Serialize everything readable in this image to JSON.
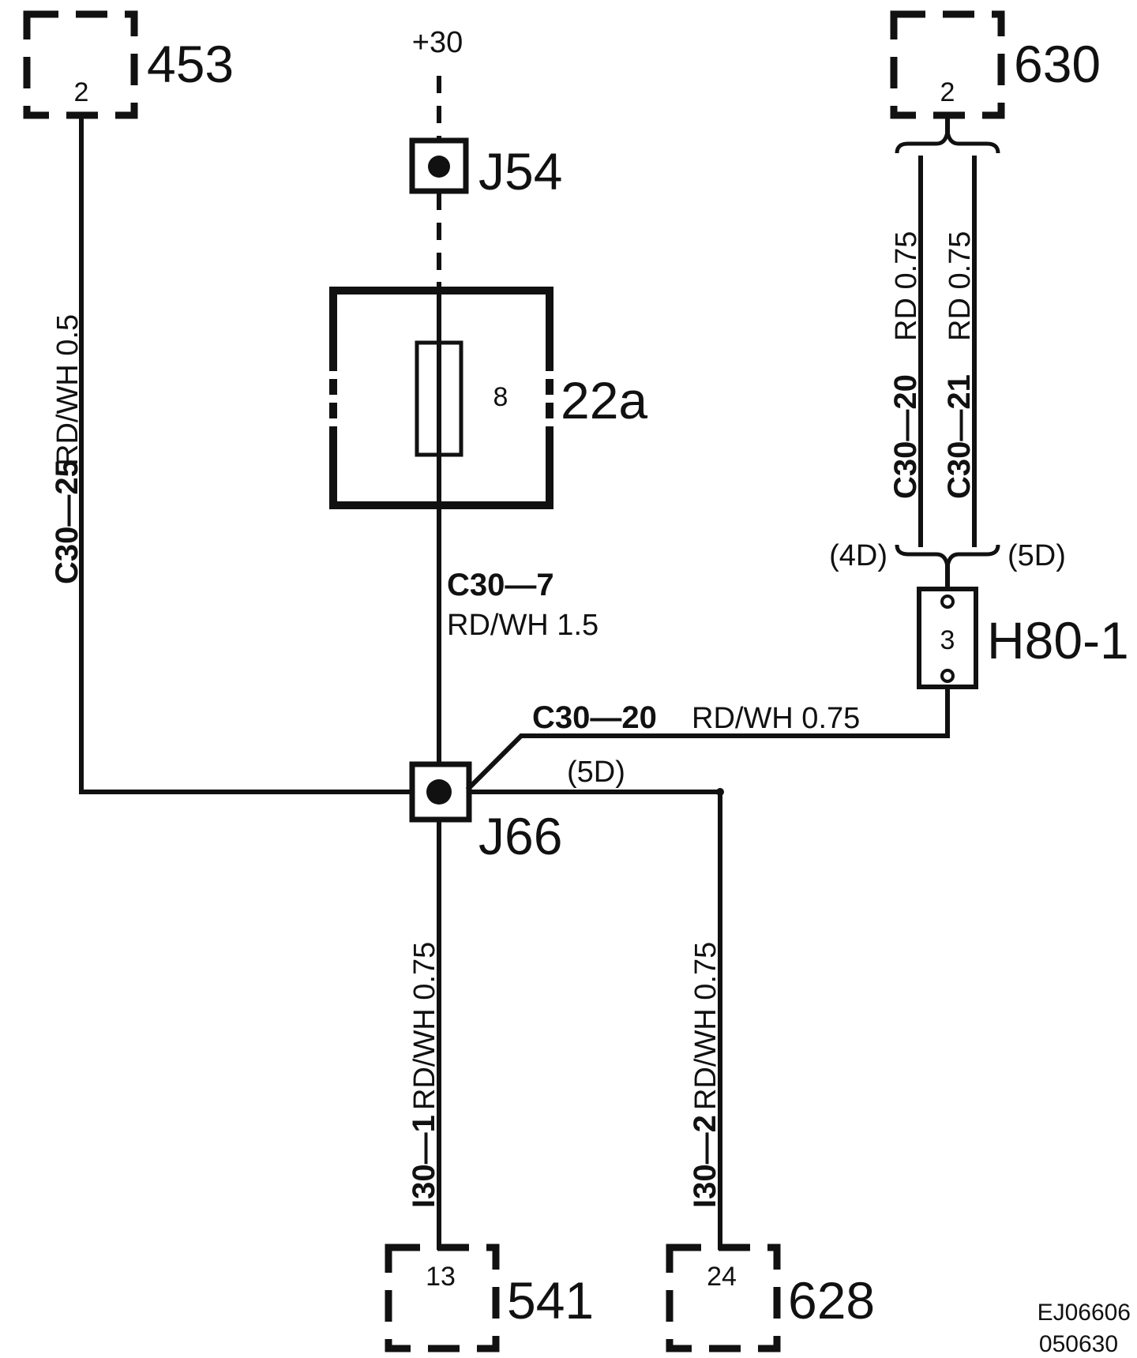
{
  "components": {
    "c453": {
      "id": "453",
      "pin": "2"
    },
    "c630": {
      "id": "630",
      "pin": "2"
    },
    "c541": {
      "id": "541",
      "pin": "13"
    },
    "c628": {
      "id": "628",
      "pin": "24"
    },
    "j54": {
      "id": "J54"
    },
    "j66": {
      "id": "J66"
    },
    "fuse": {
      "id": "22a",
      "number": "8"
    },
    "h80": {
      "id": "H80-1",
      "pin": "3"
    }
  },
  "supply": "+30",
  "wires": {
    "c30_25": {
      "code": "C30—25",
      "spec": "RD/WH  0.5"
    },
    "c30_7": {
      "code": "C30—7",
      "spec": "RD/WH   1.5"
    },
    "c30_20_h": {
      "code": "C30—20",
      "spec": "RD/WH   0.75"
    },
    "c30_20_v": {
      "code": "C30—20",
      "spec": "RD  0.75"
    },
    "c30_21_v": {
      "code": "C30—21",
      "spec": "RD  0.75"
    },
    "i30_1": {
      "code": "I30—1",
      "spec": "RD/WH  0.75"
    },
    "i30_2": {
      "code": "I30—2",
      "spec": "RD/WH  0.75"
    }
  },
  "annotations": {
    "splice_left": "(4D)",
    "splice_right": "(5D)",
    "branch_5d": "(5D)"
  },
  "reference": {
    "code": "EJ06606",
    "date": "050630"
  }
}
